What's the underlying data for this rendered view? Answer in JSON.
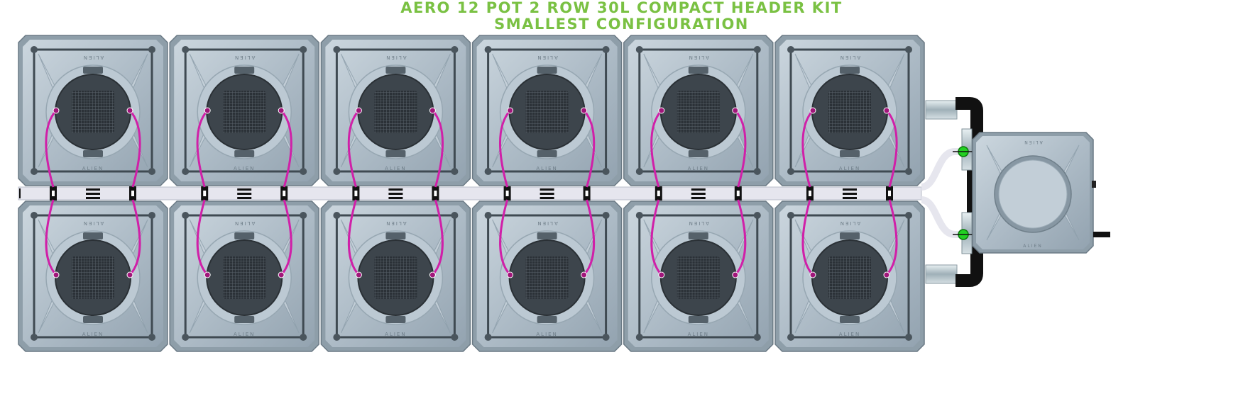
{
  "title": {
    "line1": "AERO 12 POT 2 ROW 30L COMPACT HEADER KIT",
    "line2": "SMALLEST CONFIGURATION"
  },
  "pot_brand_text": "ALIEN",
  "layout": {
    "columns": 6,
    "rows": 2,
    "pot_count": 12
  },
  "colors": {
    "title": "#7ac143",
    "pot_body": "#a9b8c4",
    "pot_dark": "#3d454c",
    "tube": "#d020a8",
    "valve": "#22d022",
    "pipe": "#111111",
    "manifold": "#e6e6ee"
  }
}
